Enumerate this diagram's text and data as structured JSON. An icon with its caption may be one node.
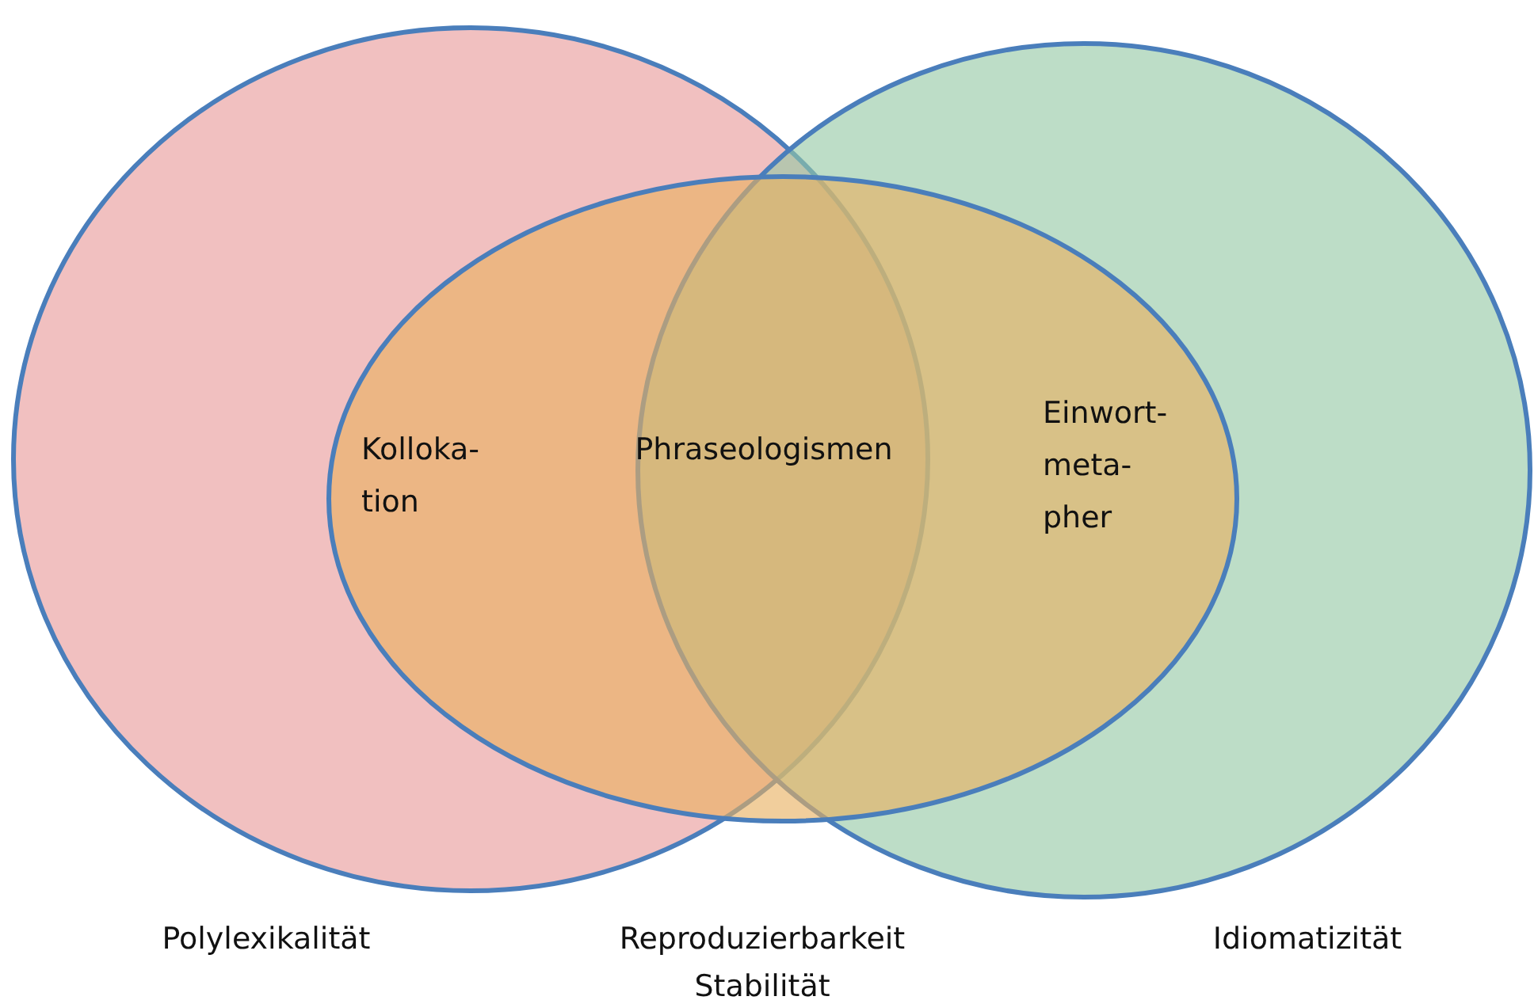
{
  "diagram": {
    "nodes": [
      {
        "text": [
          "Polylexikalität"
        ]
      },
      {
        "text": [
          "Idiomatizität"
        ]
      },
      {
        "text": [],
        "shape": "ellipse"
      }
    ],
    "labels": [
      "Kolloka- tion",
      "Phraseologismen",
      "Einwort- meta- pher",
      "Reproduzierbarkeit Stabilität"
    ]
  }
}
